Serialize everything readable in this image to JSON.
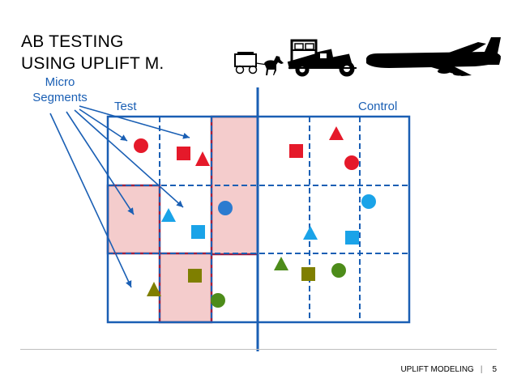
{
  "slide": {
    "title_line1": "AB TESTING",
    "title_line2": "USING UPLIFT M.",
    "micro_segments_line1": "Micro",
    "micro_segments_line2": "Segments",
    "test_label": "Test",
    "control_label": "Control",
    "footer_text": "UPLIFT MODELING",
    "footer_separator": "|",
    "page_number": "5"
  },
  "colors": {
    "grid_blue": "#1a5fb4",
    "highlight_fill": "#f4cccc",
    "highlight_border": "#9b2042",
    "red": "#e5192a",
    "blue": "#1aa3e8",
    "olive": "#7f7f00",
    "green": "#4d8c1a"
  },
  "icons": [
    "horse-carriage-icon",
    "vintage-car-icon",
    "airplane-icon"
  ]
}
